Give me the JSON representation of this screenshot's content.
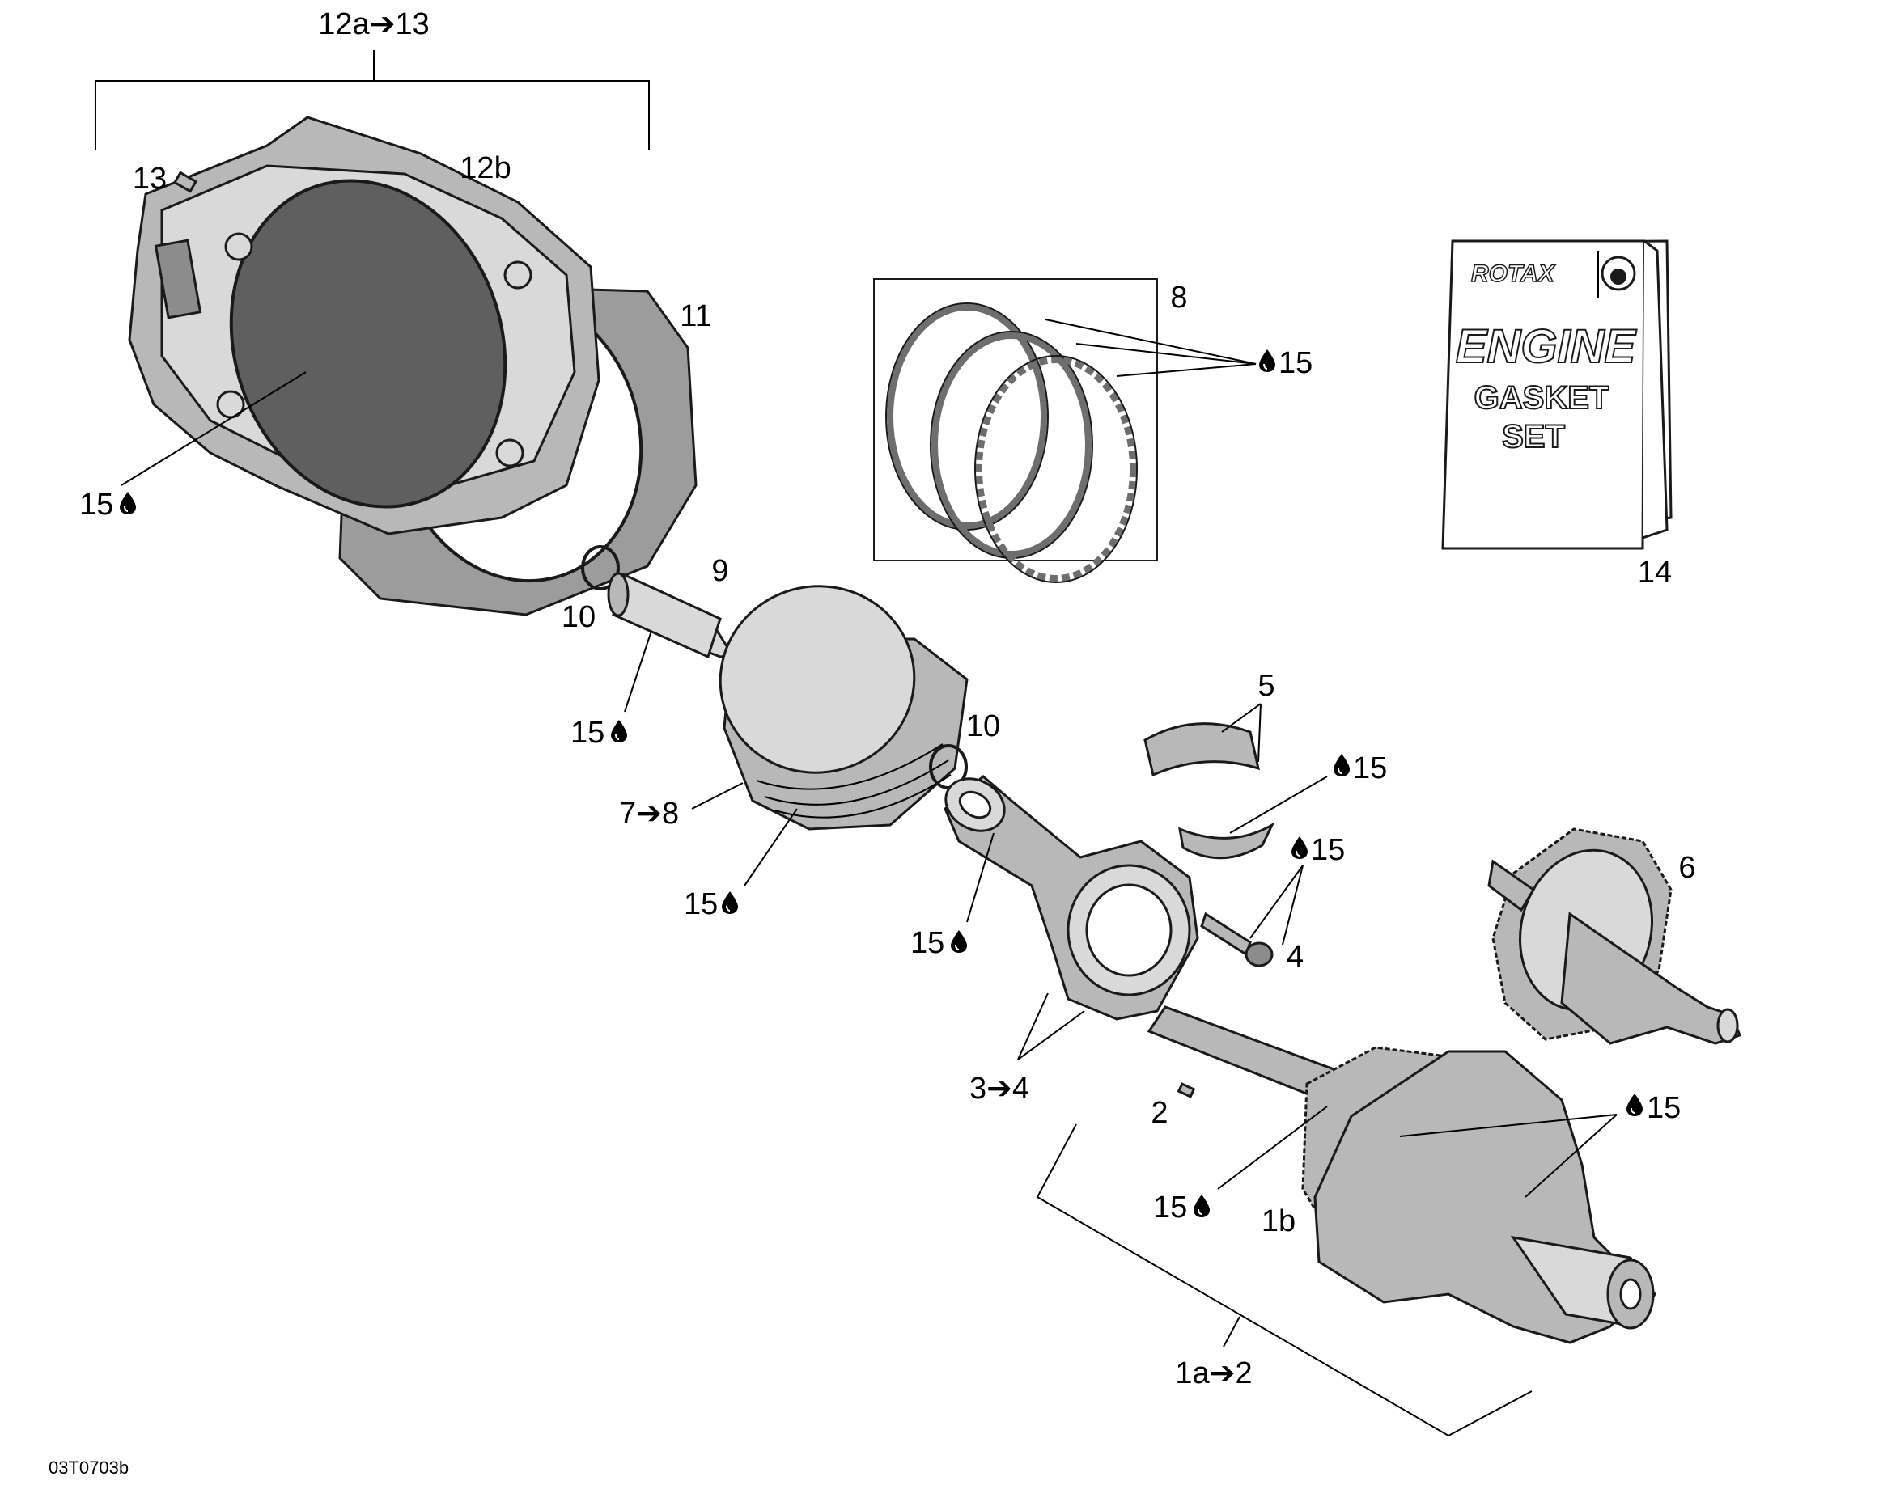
{
  "diagram": {
    "reference_code": "03T0703b",
    "callouts": {
      "c_12a_13": "12a➔13",
      "c_12b": "12b",
      "c_13": "13",
      "c_11": "11",
      "c_15_cyl": "15",
      "c_8": "8",
      "c_15_rings": "15",
      "c_14": "14",
      "c_9": "9",
      "c_10a": "10",
      "c_15_pin": "15",
      "c_10b": "10",
      "c_7_8": "7➔8",
      "c_15_piston": "15",
      "c_5": "5",
      "c_15_bearing": "15",
      "c_15_bolt": "15",
      "c_4": "4",
      "c_15_rod": "15",
      "c_3_4": "3➔4",
      "c_6": "6",
      "c_2": "2",
      "c_15_crank_right": "15",
      "c_15_crank_left": "15",
      "c_1b": "1b",
      "c_1a_2": "1a➔2"
    },
    "gasket_set": {
      "brand": "ROTAX",
      "title": "ENGINE",
      "line1": "GASKET",
      "line2": "SET"
    }
  }
}
